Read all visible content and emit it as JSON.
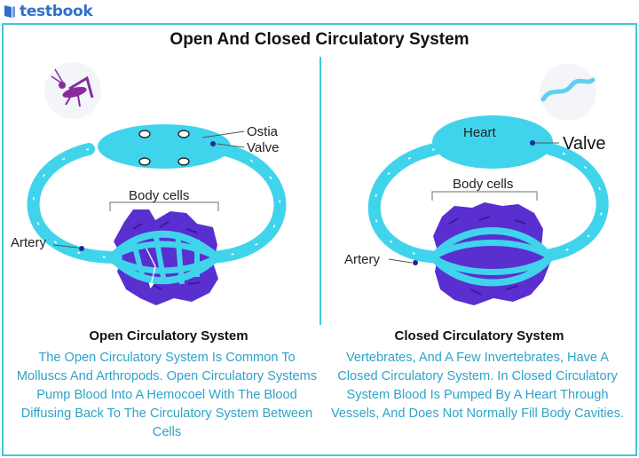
{
  "brand": {
    "name": "testbook",
    "icon": "testbook-logo-icon",
    "color": "#2f6fcf"
  },
  "title": "Open And Closed Circulatory System",
  "colors": {
    "vessel": "#40d4ec",
    "cells": "#5a2fd0",
    "frame": "#40c8d8",
    "description": "#2ea3c9"
  },
  "open": {
    "labels": {
      "ostia": "Ostia",
      "valve": "Valve",
      "body_cells": "Body cells",
      "artery": "Artery"
    },
    "heading": "Open Circulatory System",
    "description": "The Open Circulatory System Is Common To Molluscs And Arthropods. Open Circulatory Systems Pump Blood Into A Hemocoel With The Blood Diffusing Back To The Circulatory System Between Cells",
    "animal_icon": "grasshopper-icon"
  },
  "closed": {
    "labels": {
      "heart": "Heart",
      "valve": "Valve",
      "body_cells": "Body cells",
      "artery": "Artery"
    },
    "heading": "Closed Circulatory System",
    "description": "Vertebrates, And A Few Invertebrates, Have A Closed Circulatory System. In Closed Circulatory System Blood Is Pumped By A Heart Through Vessels, And Does Not Normally Fill Body Cavities.",
    "animal_icon": "worm-icon"
  }
}
